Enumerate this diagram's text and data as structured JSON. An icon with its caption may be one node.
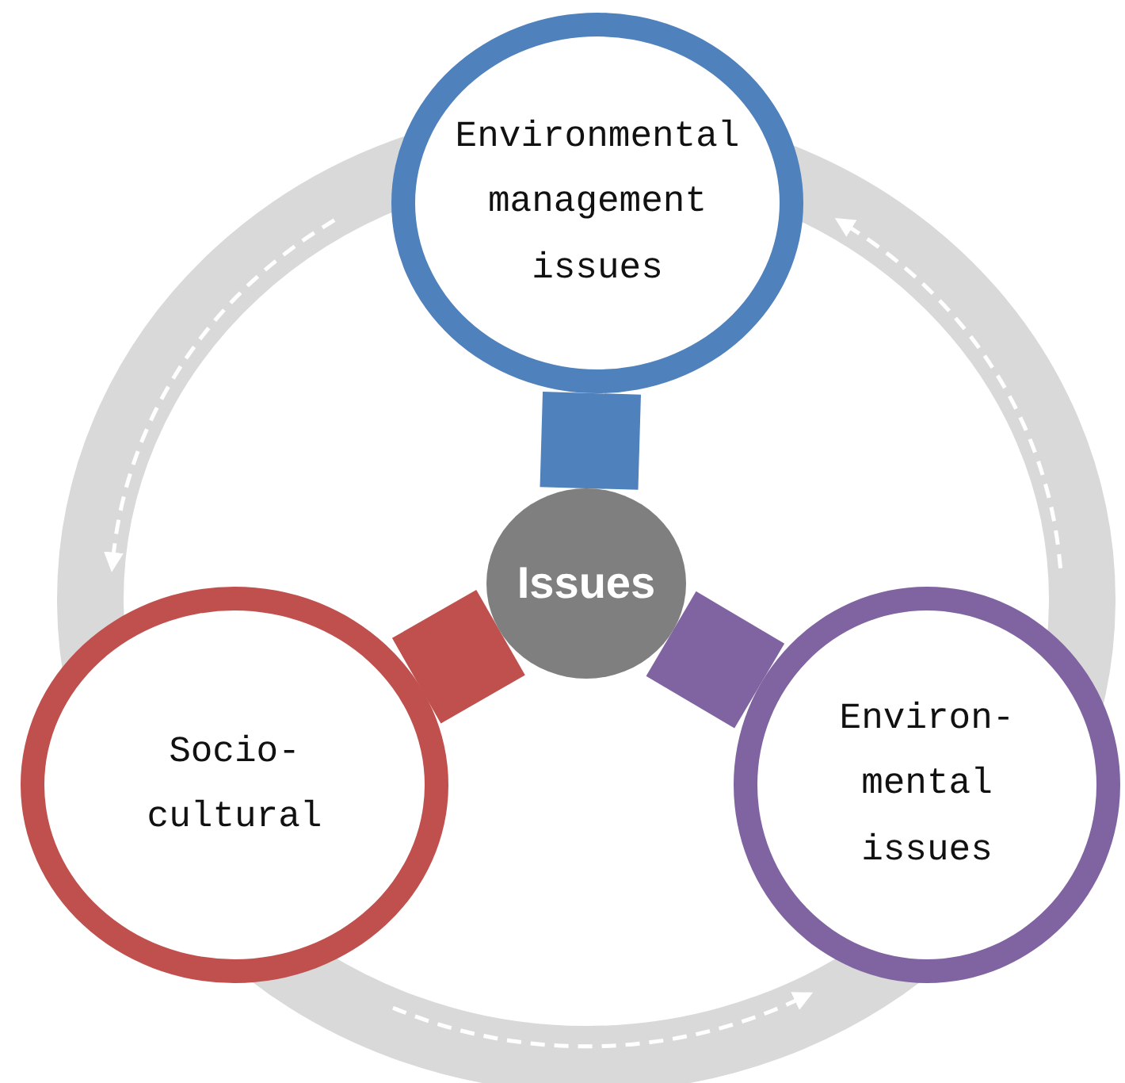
{
  "diagram": {
    "nodes": [
      {
        "text": [
          "Environmental management issues"
        ]
      },
      {
        "text": [
          "Issues"
        ]
      },
      {
        "text": [
          "Socio-cultural"
        ]
      },
      {
        "text": [
          "Environ-mental issues"
        ]
      }
    ],
    "edges": [
      {
        "from": 1,
        "to": 0,
        "arrow": "none",
        "style": "thick",
        "color": "#4f81bd"
      },
      {
        "from": 1,
        "to": 2,
        "arrow": "none",
        "style": "thick",
        "color": "#c0504d"
      },
      {
        "from": 1,
        "to": 3,
        "arrow": "none",
        "style": "thick",
        "color": "#8064a2"
      },
      {
        "from": 0,
        "to": 2,
        "arrow": "to",
        "style": "dashed",
        "color": "#ffffff"
      },
      {
        "from": 2,
        "to": 3,
        "arrow": "to",
        "style": "dashed",
        "color": "#ffffff"
      },
      {
        "from": 3,
        "to": 0,
        "arrow": "to",
        "style": "dashed",
        "color": "#ffffff"
      }
    ]
  }
}
